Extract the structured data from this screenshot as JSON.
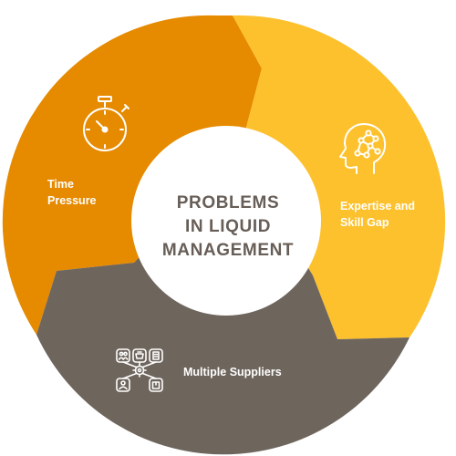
{
  "colors": {
    "orange": "#e68a00",
    "yellow": "#fdc12d",
    "gray": "#6e655d",
    "center_text": "#675e57",
    "label_text": "#ffffff",
    "center_fill": "#ffffff"
  },
  "center": {
    "title_line1": "PROBLEMS",
    "title_line2": "IN LIQUID",
    "title_line3": "MANAGEMENT"
  },
  "segments": [
    {
      "id": "time-pressure",
      "line1": "Time",
      "line2": "Pressure",
      "icon": "stopwatch-icon"
    },
    {
      "id": "expertise",
      "line1": "Expertise and",
      "line2": "Skill Gap",
      "icon": "head-network-icon"
    },
    {
      "id": "suppliers",
      "line1": "Multiple Suppliers",
      "icon": "suppliers-network-icon"
    }
  ]
}
